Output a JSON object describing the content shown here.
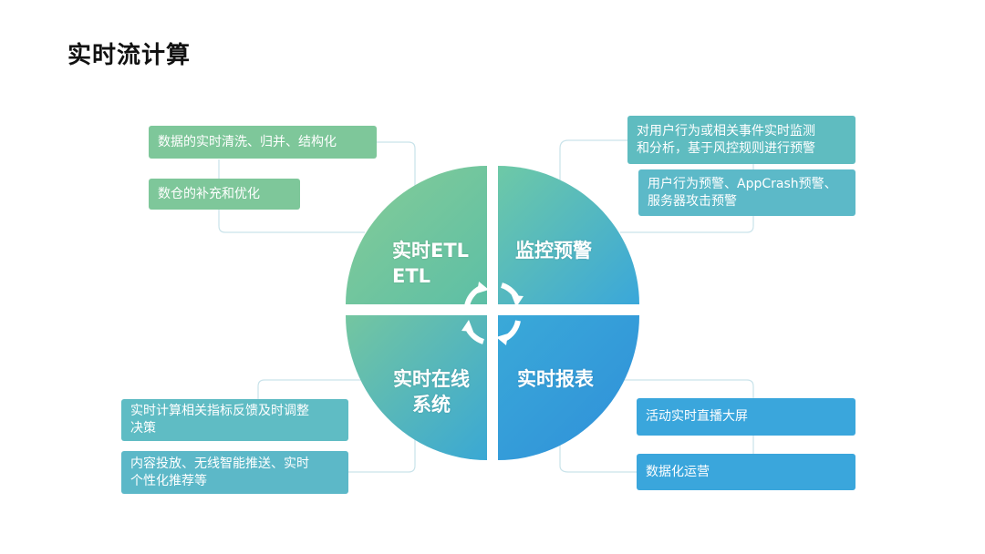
{
  "title": "实时流计算",
  "quadrants": {
    "top_left": {
      "label": "实时ETL",
      "label_line2": "ETL"
    },
    "top_right": {
      "label": "监控预警"
    },
    "bottom_left": {
      "label_line1": "实时在线",
      "label_line2": "系统"
    },
    "bottom_right": {
      "label": "实时报表"
    }
  },
  "boxes": {
    "tl1": "数据的实时清洗、归并、结构化",
    "tl2": "数仓的补充和优化",
    "tr1_line1": "对用户行为或相关事件实时监测",
    "tr1_line2": "和分析，基于风控规则进行预警",
    "tr2_line1": "用户行为预警、AppCrash预警、",
    "tr2_line2": "服务器攻击预警",
    "bl1_line1": "实时计算相关指标反馈及时调整",
    "bl1_line2": "决策",
    "bl2_line1": "内容投放、无线智能推送、实时",
    "bl2_line2": "个性化推荐等",
    "br1": "活动实时直播大屏",
    "br2": "数据化运营"
  },
  "colors": {
    "green": "#7ec79a",
    "teal": "#5fbcc0",
    "blue": "#3aa6dc",
    "connector": "#c9e3ea",
    "title": "#111111"
  },
  "icons": [
    "cycle-arrows-icon"
  ]
}
